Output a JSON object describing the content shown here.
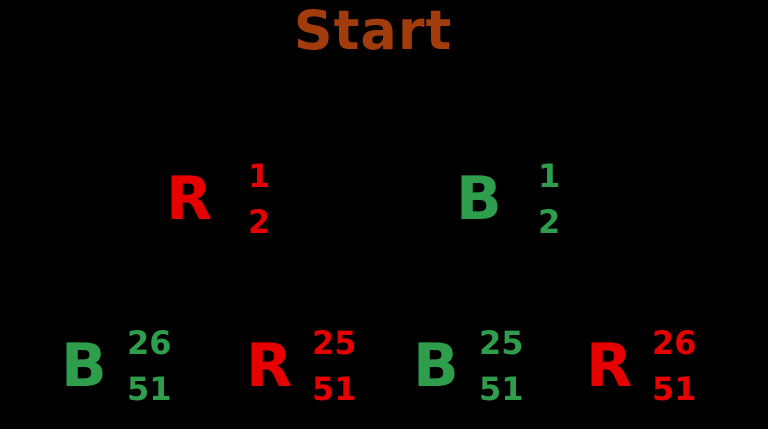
{
  "title": {
    "text": "Start",
    "color": "#a23c0c"
  },
  "background": "#000000",
  "colors": {
    "red": "#e60000",
    "green": "#2e9e4c",
    "brown": "#a23c0c"
  },
  "tree": {
    "level1": [
      {
        "letter": "R",
        "numerator": "1",
        "denominator": "2",
        "color": "#e60000"
      },
      {
        "letter": "B",
        "numerator": "1",
        "denominator": "2",
        "color": "#2e9e4c"
      }
    ],
    "level2": [
      {
        "letter": "B",
        "numerator": "26",
        "denominator": "51",
        "color": "#2e9e4c"
      },
      {
        "letter": "R",
        "numerator": "25",
        "denominator": "51",
        "color": "#e60000"
      },
      {
        "letter": "B",
        "numerator": "25",
        "denominator": "51",
        "color": "#2e9e4c"
      },
      {
        "letter": "R",
        "numerator": "26",
        "denominator": "51",
        "color": "#e60000"
      }
    ]
  }
}
